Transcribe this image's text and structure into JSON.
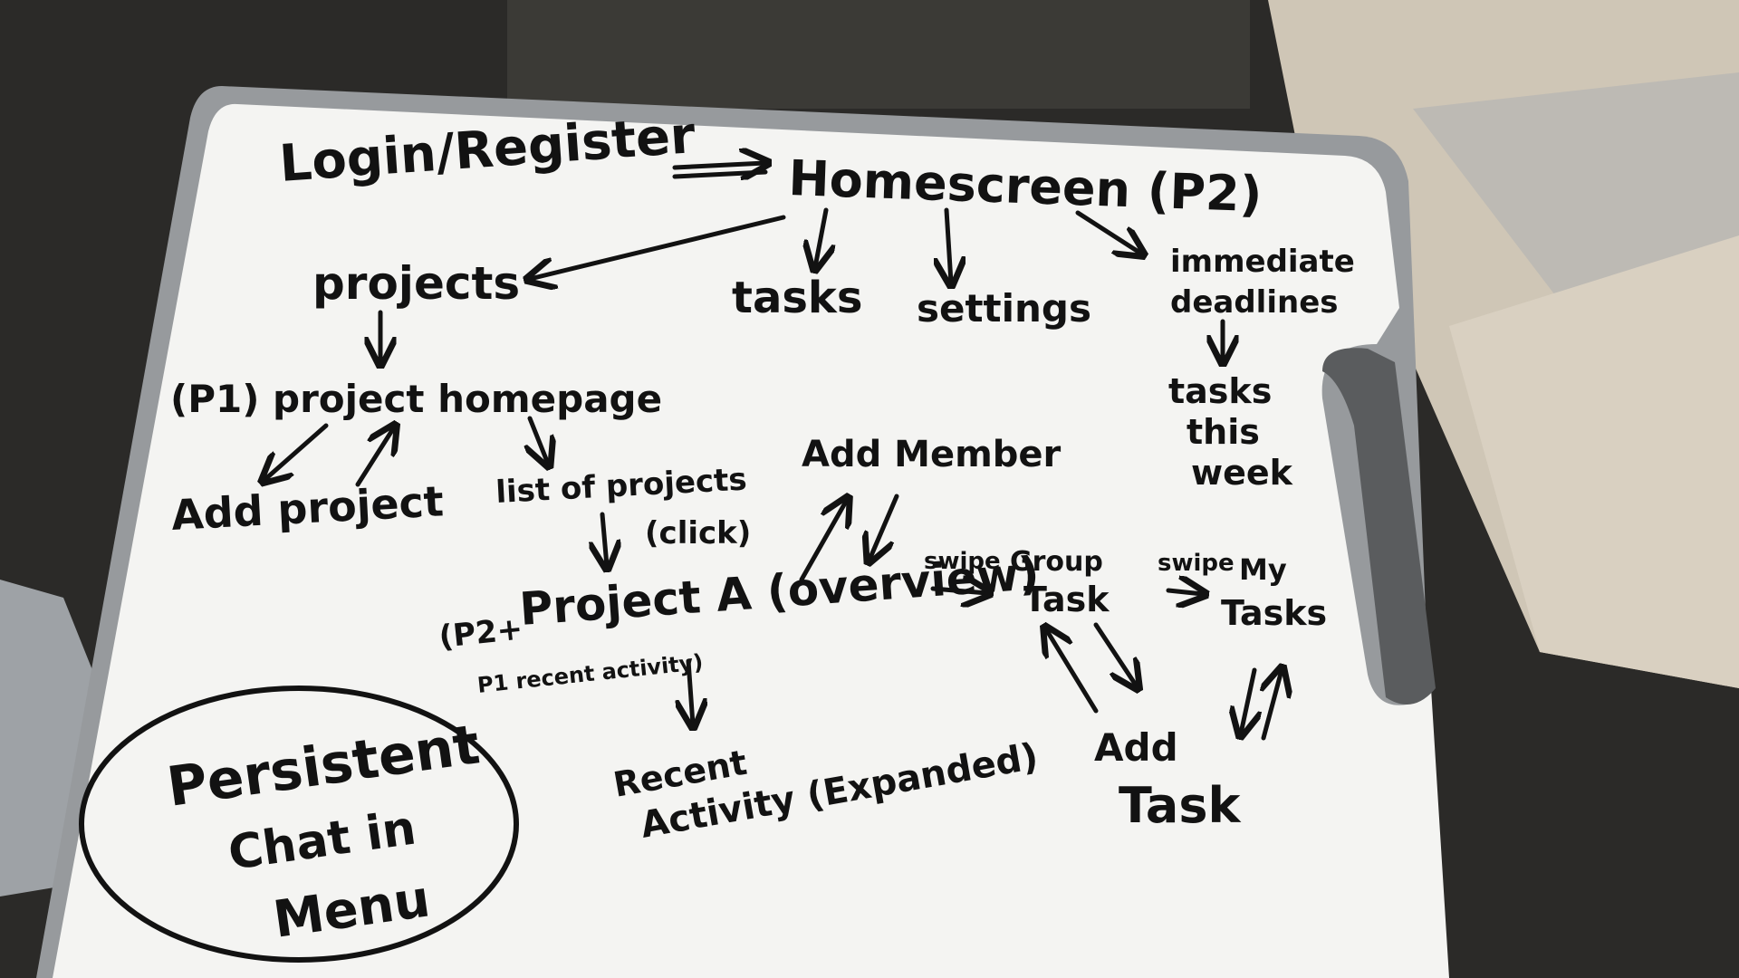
{
  "whiteboard": {
    "login": "Login/Register",
    "home": "Homescreen (P2)",
    "projects": "projects",
    "tasks": "tasks",
    "settings": "settings",
    "immediate": "immediate",
    "deadlines": "deadlines",
    "tasks_this_week": [
      "tasks",
      "this",
      "week"
    ],
    "project_homepage": "(P1) project homepage",
    "add_project": "Add project",
    "list_of_projects": "list of projects",
    "click": "(click)",
    "add_member": "Add Member",
    "swipe1": "swipe",
    "swipe2": "swipe",
    "project_a_prefix": "(P2+",
    "project_a": "Project A (overview)",
    "p1_recent": "P1 recent activity)",
    "group_task": [
      "Group",
      "Task"
    ],
    "my_tasks": [
      "My",
      "Tasks"
    ],
    "recent_activity": [
      "Recent",
      "Activity (Expanded)"
    ],
    "add_task": [
      "Add",
      "Task"
    ],
    "persistent_chat": [
      "Persistent",
      "Chat in",
      "Menu"
    ]
  },
  "colors": {
    "board": "#f4f4f2",
    "frame": "#9a9c9e",
    "marker": "#121212",
    "background": "#2a2927",
    "fabric": "#d8d0c2"
  }
}
